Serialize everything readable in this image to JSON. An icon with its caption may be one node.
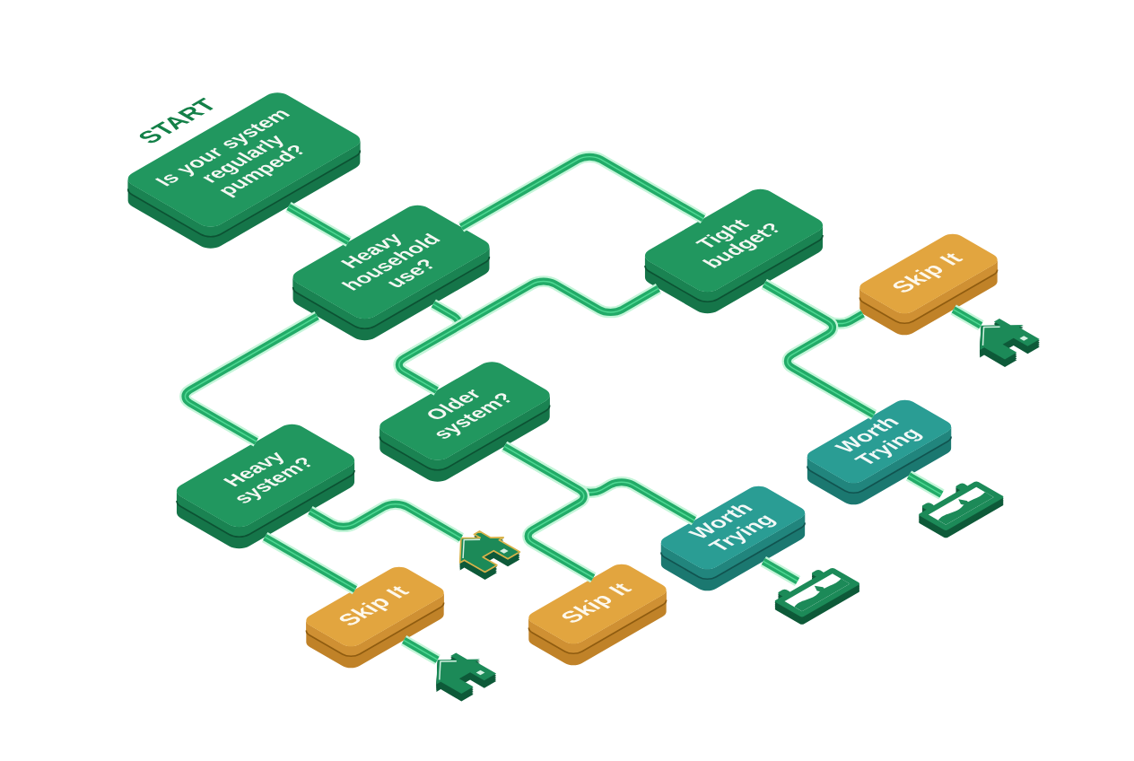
{
  "diagram": {
    "nodes": [
      {
        "text": [
          "START",
          "Is your system regularly pumped?"
        ]
      },
      {
        "text": [
          "Heavy household use?"
        ]
      },
      {
        "text": [
          "Tight budget?"
        ]
      },
      {
        "text": [
          "Skip It"
        ]
      },
      {
        "text": [
          "Older system?"
        ]
      },
      {
        "text": [
          "Worth Trying"
        ]
      },
      {
        "text": [
          "Heavy system?"
        ]
      },
      {
        "text": [
          "Worth Trying"
        ]
      },
      {
        "text": [
          "Skip It"
        ]
      },
      {
        "text": [
          "Skip It"
        ]
      },
      {
        "text": [],
        "shape": "picture"
      },
      {
        "text": [],
        "shape": "picture"
      },
      {
        "text": [],
        "shape": "picture"
      },
      {
        "text": [],
        "shape": "picture"
      },
      {
        "text": [],
        "shape": "picture"
      }
    ],
    "edges": [
      {
        "from": 0,
        "to": 1,
        "arrow": "none"
      },
      {
        "from": 1,
        "to": 2,
        "arrow": "none"
      },
      {
        "from": 1,
        "to": 6,
        "arrow": "none"
      },
      {
        "from": 1,
        "to": 4,
        "arrow": "none"
      },
      {
        "from": 2,
        "to": 4,
        "arrow": "none"
      },
      {
        "from": 2,
        "to": 3,
        "arrow": "none"
      },
      {
        "from": 2,
        "to": 5,
        "arrow": "none"
      },
      {
        "from": 4,
        "to": 7,
        "arrow": "none"
      },
      {
        "from": 4,
        "to": 9,
        "arrow": "none"
      },
      {
        "from": 6,
        "to": 8,
        "arrow": "none"
      },
      {
        "from": 6,
        "to": 12,
        "arrow": "none"
      },
      {
        "from": 3,
        "to": 10,
        "arrow": "none"
      },
      {
        "from": 5,
        "to": 11,
        "arrow": "none"
      },
      {
        "from": 7,
        "to": 13,
        "arrow": "none"
      },
      {
        "from": 8,
        "to": 14,
        "arrow": "none"
      }
    ]
  }
}
